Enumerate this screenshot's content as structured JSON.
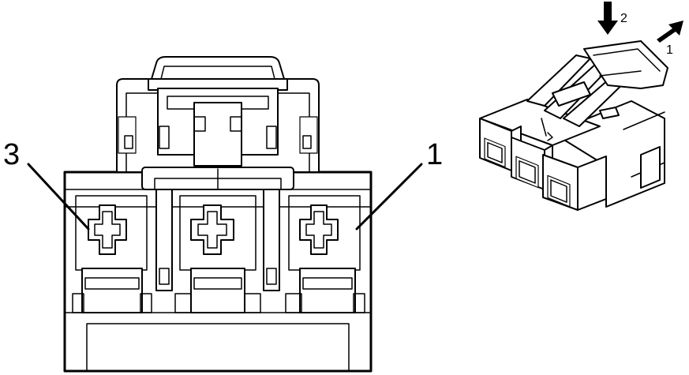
{
  "face_view": {
    "pin_labels": {
      "left": "3",
      "right": "1"
    }
  },
  "iso_view": {
    "arrow_labels": {
      "release_press": "2",
      "release_slide": "1"
    }
  }
}
